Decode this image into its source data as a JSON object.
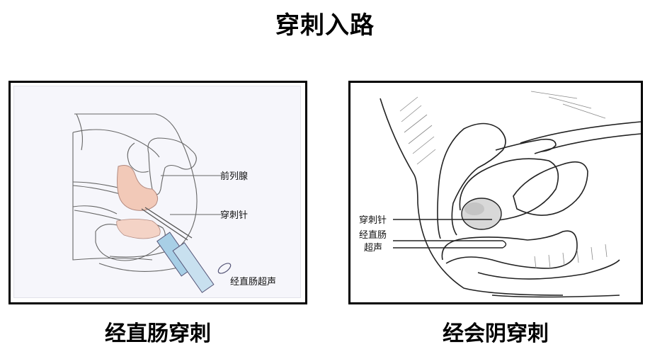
{
  "title": "穿刺入路",
  "panels": [
    {
      "caption": "经直肠穿刺",
      "labels": {
        "prostate": "前列腺",
        "needle": "穿刺针",
        "ultrasound": "经直肠超声"
      }
    },
    {
      "caption": "经会阴穿刺",
      "labels": {
        "needle": "穿刺针",
        "ultrasound_line1": "经直肠",
        "ultrasound_line2": "超声"
      }
    }
  ],
  "colors": {
    "frame_border": "#000000",
    "left_background": "#f6f6fb",
    "probe_blue": "#a8cfe6",
    "tissue_pink": "#f2c9b8",
    "line_art": "#555555"
  }
}
